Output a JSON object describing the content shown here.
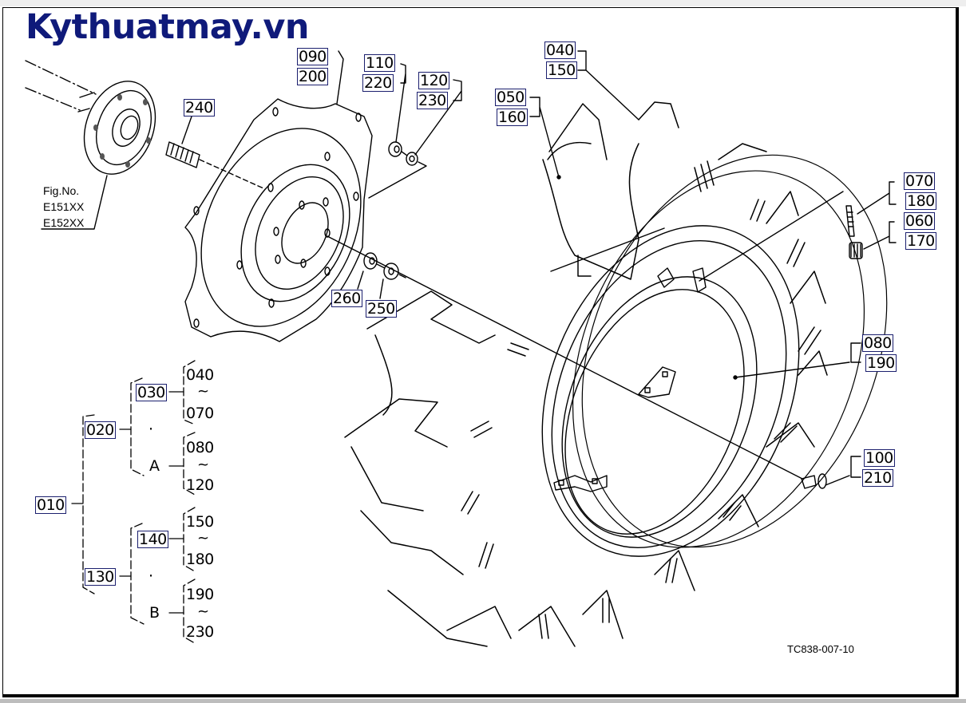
{
  "brand": "Kythuatmay.vn",
  "figure_ref": {
    "title": "Fig.No.",
    "items": [
      "E151XX",
      "E152XX"
    ]
  },
  "drawing_code": "TC838-007-10",
  "callouts": {
    "c090": "090",
    "c200": "200",
    "c110": "110",
    "c220": "220",
    "c120": "120",
    "c230": "230",
    "c240": "240",
    "c040": "040",
    "c150": "150",
    "c050": "050",
    "c160": "160",
    "c070": "070",
    "c180": "180",
    "c060": "060",
    "c170": "170",
    "c080": "080",
    "c190": "190",
    "c100": "100",
    "c210": "210",
    "c260": "260",
    "c250": "250"
  },
  "tree": {
    "root": "010",
    "group_a": {
      "label": "020",
      "sub": "030",
      "sub_range": {
        "from": "040",
        "sep": "~",
        "to": "070"
      },
      "dot": "·",
      "letter": "A",
      "letter_range": {
        "from": "080",
        "sep": "~",
        "to": "120"
      }
    },
    "group_b": {
      "label": "130",
      "sub": "140",
      "sub_range": {
        "from": "150",
        "sep": "~",
        "to": "180"
      },
      "dot": "·",
      "letter": "B",
      "letter_range": {
        "from": "190",
        "sep": "~",
        "to": "230"
      }
    }
  },
  "colors": {
    "brand": "#0f1a7a",
    "callout_border": "#1b1f6e",
    "line": "#000000"
  }
}
